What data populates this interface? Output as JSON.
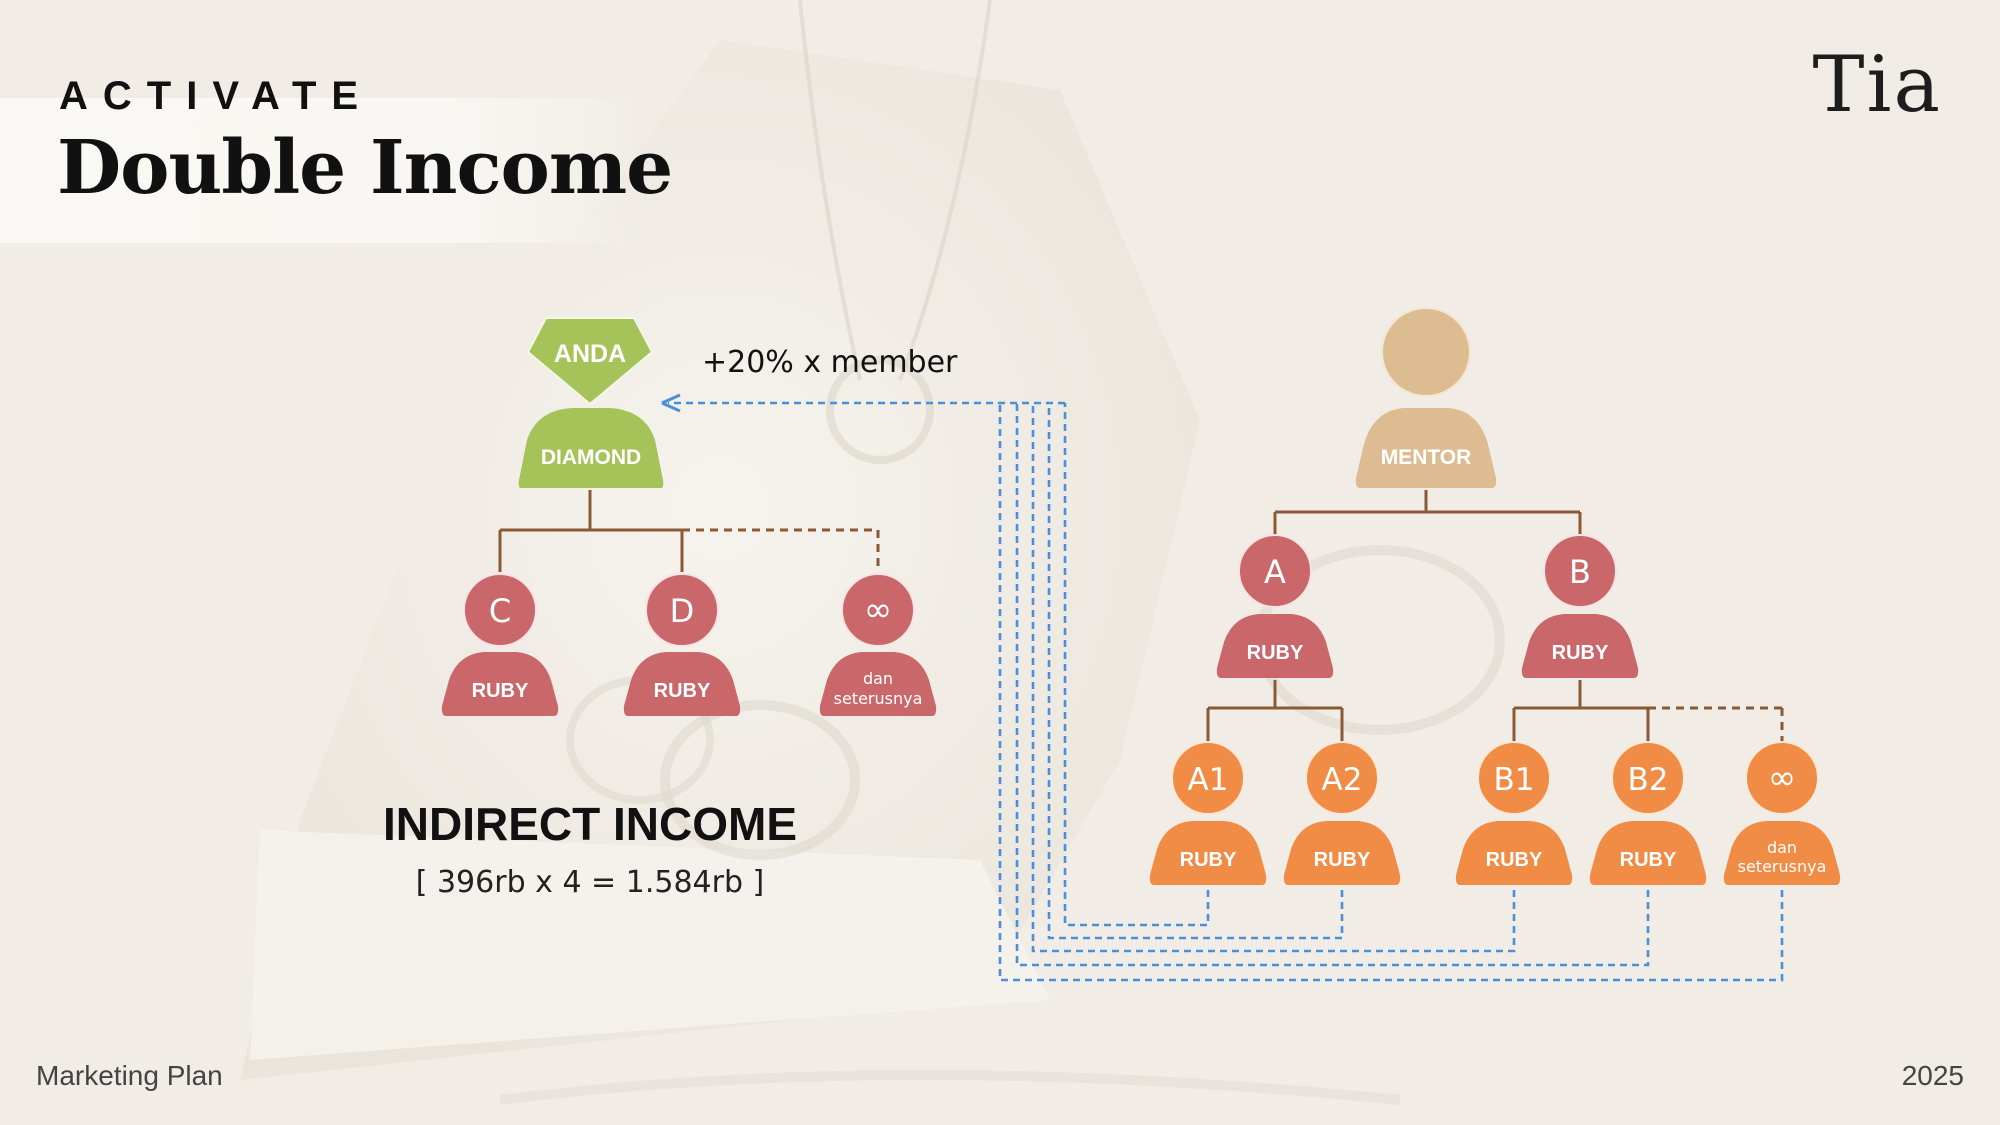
{
  "header": {
    "kicker": "ACTIVATE",
    "title": "Double Income",
    "brand": "Tia"
  },
  "footer": {
    "left": "Marketing Plan",
    "right": "2025"
  },
  "colors": {
    "background": "#f1ede6",
    "diamond_green": "#a6c35a",
    "ruby_red": "#c9676b",
    "downline_orange": "#f08c45",
    "mentor_tan": "#ddbc92",
    "tree_line": "#8a5a35",
    "income_flow": "#4a90d9"
  },
  "left_tree": {
    "top_gem_label": "ANDA",
    "top_rank": "DIAMOND",
    "commission_note": "+20% x member",
    "members": [
      {
        "head": "C",
        "rank": "RUBY"
      },
      {
        "head": "D",
        "rank": "RUBY"
      },
      {
        "head": "∞",
        "rank": "dan seterusnya",
        "rank_lines": [
          "dan",
          "seterusnya"
        ]
      }
    ]
  },
  "income": {
    "title": "INDIRECT INCOME",
    "formula": "[ 396rb x 4 = 1.584rb ]"
  },
  "right_tree": {
    "mentor_rank": "MENTOR",
    "level1": [
      {
        "head": "A",
        "rank": "RUBY"
      },
      {
        "head": "B",
        "rank": "RUBY"
      }
    ],
    "level2": [
      {
        "head": "A1",
        "rank": "RUBY"
      },
      {
        "head": "A2",
        "rank": "RUBY"
      },
      {
        "head": "B1",
        "rank": "RUBY"
      },
      {
        "head": "B2",
        "rank": "RUBY"
      },
      {
        "head": "∞",
        "rank": "dan seterusnya",
        "rank_lines": [
          "dan",
          "seterusnya"
        ]
      }
    ]
  }
}
